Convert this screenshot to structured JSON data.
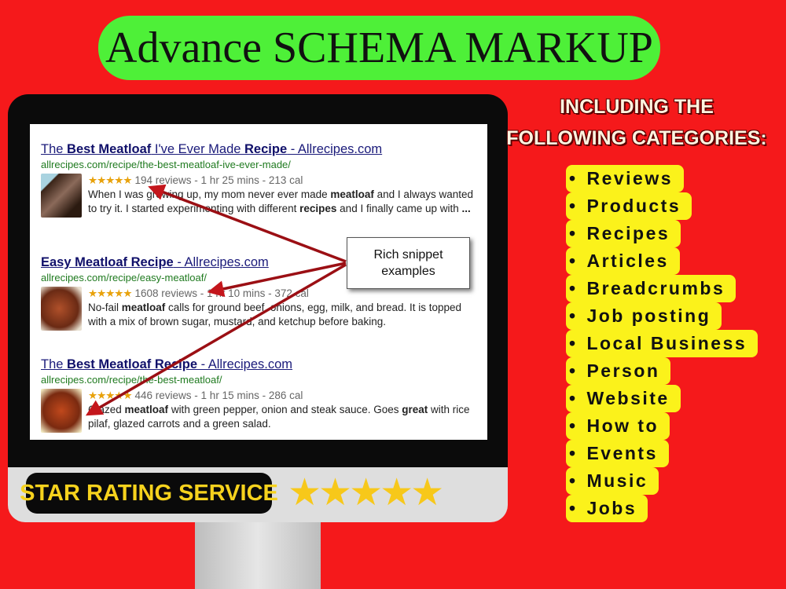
{
  "title": "Advance SCHEMA MARKUP",
  "results": [
    {
      "title_parts": [
        "The ",
        "Best Meatloaf",
        " I've Ever Made ",
        "Recipe",
        " - Allrecipes.com"
      ],
      "url": "allrecipes.com/recipe/the-best-meatloaf-ive-ever-made/",
      "stars": "★★★★★",
      "meta": "194 reviews - 1 hr 25 mins - 213 cal",
      "desc_parts": [
        "When I was growing up, my mom never ever made ",
        "meatloaf",
        " and I always wanted to try it. I started experimenting with different ",
        "recipes",
        " and I finally came up with ",
        "..."
      ]
    },
    {
      "title_parts": [
        "",
        "Easy Meatloaf Recipe",
        "",
        " - Allrecipes.com",
        ""
      ],
      "url": "allrecipes.com/recipe/easy-meatloaf/",
      "stars": "★★★★★",
      "meta": "1608 reviews - 1 hr 10 mins - 372 cal",
      "desc_parts": [
        "No-fail ",
        "meatloaf",
        " calls for ground beef, onions, egg, milk, and bread. It is topped with a mix of brown sugar, mustard, and ketchup before baking.",
        "",
        "",
        ""
      ]
    },
    {
      "title_parts": [
        "The ",
        "Best Meatloaf Recipe",
        " - Allrecipes.com",
        "",
        ""
      ],
      "url": "allrecipes.com/recipe/the-best-meatloaf/",
      "stars": "★★★★★",
      "meta": "446 reviews - 1 hr 15 mins - 286 cal",
      "desc_parts": [
        "Glazed ",
        "meatloaf",
        " with green pepper, onion and steak sauce. Goes ",
        "great",
        " with rice pilaf, glazed carrots and a green salad.",
        ""
      ]
    }
  ],
  "callout": "Rich snippet examples",
  "star_rating_label": "STAR RATING SERVICE",
  "big_stars": "★★★★★",
  "including_heading": [
    "INCLUDING THE",
    "FOLLOWING CATEGORIES:"
  ],
  "categories": [
    "Reviews",
    "Products",
    "Recipes",
    "Articles",
    "Breadcrumbs",
    "Job posting",
    "Local Business",
    "Person",
    "Website",
    "How to",
    "Events",
    "Music",
    "Jobs"
  ],
  "colors": {
    "background": "#f5191b",
    "title_pill": "#4ef038",
    "category_highlight": "#fbf21b",
    "star": "#f7c81a",
    "arrow": "#9b0f14"
  }
}
